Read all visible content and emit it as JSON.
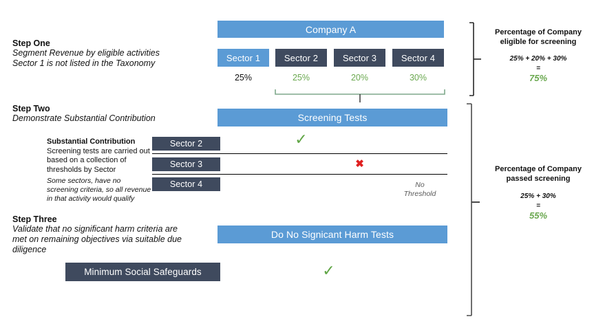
{
  "steps": [
    {
      "title": "Step One",
      "lines": [
        "Segment Revenue by eligible activities",
        "Sector 1 is not listed in the Taxonomy"
      ]
    },
    {
      "title": "Step Two",
      "lines": [
        "Demonstrate Substantial Contribution"
      ]
    },
    {
      "title": "Step Three",
      "lines": [
        "Validate that no significant harm criteria are",
        "met on remaining objectives via suitable due",
        "diligence"
      ]
    }
  ],
  "company": {
    "label": "Company A"
  },
  "sectors": [
    {
      "label": "Sector 1",
      "percent": "25%",
      "eligible": false
    },
    {
      "label": "Sector 2",
      "percent": "25%",
      "eligible": true
    },
    {
      "label": "Sector 3",
      "percent": "20%",
      "eligible": true
    },
    {
      "label": "Sector 4",
      "percent": "30%",
      "eligible": true
    }
  ],
  "screening": {
    "header": "Screening Tests",
    "note_bold": "Substantial Contribution",
    "note_lines": [
      "Screening tests are carried out",
      "based on a  collection of",
      "thresholds by Sector"
    ],
    "note_italic_lines": [
      "Some sectors, have no",
      "screening criteria, so all revenue",
      "in that activity would qualify"
    ],
    "rows": [
      {
        "label": "Sector 2",
        "result_type": "check",
        "result_mark": "✓",
        "result_text": ""
      },
      {
        "label": "Sector 3",
        "result_type": "cross",
        "result_mark": "✖",
        "result_text": ""
      },
      {
        "label": "Sector 4",
        "result_type": "text",
        "result_mark": "",
        "result_text_line1": "No",
        "result_text_line2": "Threshold"
      }
    ]
  },
  "dnsh": {
    "header": "Do No Signicant Harm Tests",
    "safeguards_label": "Minimum Social Safeguards",
    "safeguards_mark": "✓"
  },
  "summaries": [
    {
      "title_line1": "Percentage of Company",
      "title_line2": "eligible for screening",
      "calc": "25% + 20% + 30%",
      "equals": "=",
      "result": "75%"
    },
    {
      "title_line1": "Percentage of Company",
      "title_line2": "passed screening",
      "calc": "25% + 30%",
      "equals": "=",
      "result": "55%"
    }
  ],
  "colors": {
    "blue": "#5B9BD5",
    "dark": "#3F4A5E",
    "green": "#6AA84F",
    "check_green": "#5FA544",
    "red": "#E02020",
    "bracket_green": "#7FA98B",
    "bracket_gray": "#4A4A4A"
  }
}
